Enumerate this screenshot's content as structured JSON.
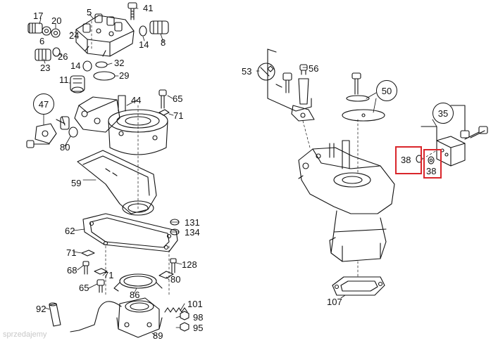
{
  "callouts_left": [
    "17",
    "20",
    "5",
    "41",
    "6",
    "24",
    "14",
    "8",
    "23",
    "26",
    "14",
    "32",
    "11",
    "29",
    "47",
    "44",
    "65",
    "71",
    "80",
    "59",
    "131",
    "134",
    "62",
    "71",
    "68",
    "71",
    "128",
    "65",
    "80",
    "86",
    "101",
    "92",
    "98",
    "95",
    "89"
  ],
  "callouts_right": [
    "53",
    "56",
    "50",
    "35",
    "38",
    "38",
    "107"
  ],
  "circled_callouts": [
    "47",
    "50",
    "35"
  ],
  "highlight_color": "#d9262b",
  "watermark": "sprzedajemy"
}
